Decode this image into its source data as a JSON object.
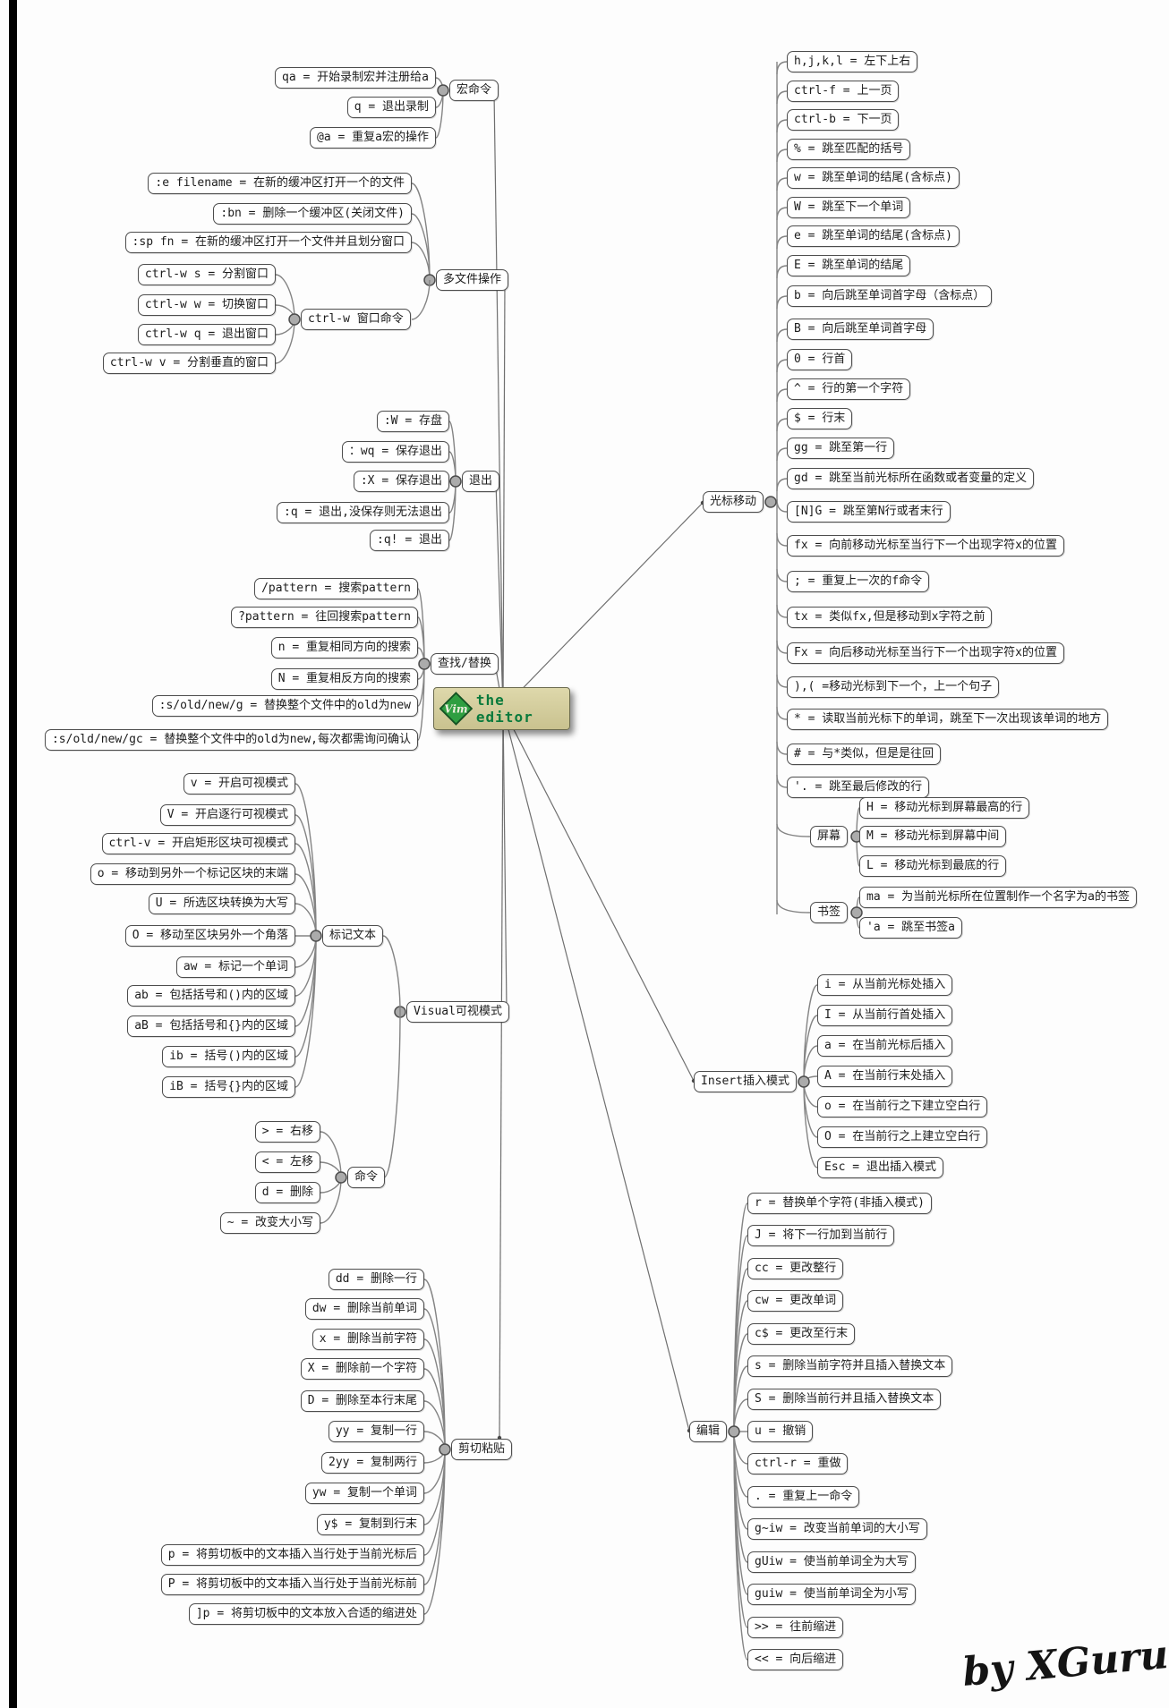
{
  "center": {
    "logo_text": "Vim",
    "title": "the editor"
  },
  "signature": "by XGuru",
  "colors": {
    "logo_green": "#2f9e41",
    "title_green": "#0a7a3c",
    "line_gray": "#848484",
    "node_border": "#4d4d4d",
    "hub_dot_fill": "#ababab"
  },
  "branches": {
    "macro": {
      "label": "宏命令",
      "items": [
        "qa = 开始录制宏并注册给a",
        "q = 退出录制",
        "@a = 重复a宏的操作"
      ]
    },
    "multifile": {
      "label": "多文件操作",
      "items": [
        ":e filename = 在新的缓冲区打开一个的文件",
        ":bn = 删除一个缓冲区(关闭文件)",
        ":sp fn = 在新的缓冲区打开一个文件并且划分窗口"
      ]
    },
    "ctrlw": {
      "label": "ctrl-w 窗口命令",
      "items": [
        "ctrl-w s = 分割窗口",
        "ctrl-w w = 切换窗口",
        "ctrl-w q = 退出窗口",
        "ctrl-w v = 分割垂直的窗口"
      ]
    },
    "exit": {
      "label": "退出",
      "items": [
        ":W = 存盘",
        "：wq = 保存退出",
        ":X = 保存退出",
        ":q = 退出,没保存则无法退出",
        ":q! = 退出"
      ]
    },
    "find": {
      "label": "查找/替换",
      "items": [
        "/pattern = 搜索pattern",
        "?pattern = 往回搜索pattern",
        "n = 重复相同方向的搜索",
        "N = 重复相反方向的搜索",
        ":s/old/new/g = 替换整个文件中的old为new",
        ":s/old/new/gc = 替换整个文件中的old为new,每次都需询问确认"
      ]
    },
    "visual": {
      "label": "Visual可视模式",
      "items": []
    },
    "marktext": {
      "label": "标记文本",
      "items": [
        "v = 开启可视模式",
        "V = 开启逐行可视模式",
        "ctrl-v = 开启矩形区块可视模式",
        "o = 移动到另外一个标记区块的末端",
        "U = 所选区块转换为大写",
        "O = 移动至区块另外一个角落",
        "aw = 标记一个单词",
        "ab = 包括括号和()内的区域",
        "aB = 包括括号和{}内的区域",
        "ib = 括号()内的区域",
        "iB = 括号{}内的区域"
      ]
    },
    "cmd": {
      "label": "命令",
      "items": [
        "> = 右移",
        "< = 左移",
        "d = 删除",
        "~ = 改变大小写"
      ]
    },
    "cutpaste": {
      "label": "剪切粘贴",
      "items": [
        "dd = 删除一行",
        "dw = 删除当前单词",
        "x = 删除当前字符",
        "X = 删除前一个字符",
        "D = 删除至本行末尾",
        "yy = 复制一行",
        "2yy = 复制两行",
        "yw = 复制一个单词",
        "y$ = 复制到行末",
        "p = 将剪切板中的文本插入当行处于当前光标后",
        "P = 将剪切板中的文本插入当行处于当前光标前",
        "]p = 将剪切板中的文本放入合适的缩进处"
      ]
    },
    "cursor": {
      "label": "光标移动",
      "items": [
        "h,j,k,l = 左下上右",
        "ctrl-f = 上一页",
        "ctrl-b = 下一页",
        "% = 跳至匹配的括号",
        "w = 跳至单词的结尾(含标点)",
        "W = 跳至下一个单词",
        "e = 跳至单词的结尾(含标点)",
        "E = 跳至单词的结尾",
        "b = 向后跳至单词首字母（含标点）",
        "B = 向后跳至单词首字母",
        "0 = 行首",
        "^ = 行的第一个字符",
        "$ = 行末",
        "gg = 跳至第一行",
        "gd = 跳至当前光标所在函数或者变量的定义",
        "[N]G = 跳至第N行或者末行",
        "fx = 向前移动光标至当行下一个出现字符x的位置",
        "; = 重复上一次的f命令",
        "tx = 类似fx,但是移动到x字符之前",
        "Fx = 向后移动光标至当行下一个出现字符x的位置",
        "),( =移动光标到下一个，上一个句子",
        "* = 读取当前光标下的单词，跳至下一次出现该单词的地方",
        "# = 与*类似，但是是往回",
        "'. = 跳至最后修改的行"
      ]
    },
    "screen": {
      "label": "屏幕",
      "items": [
        "H = 移动光标到屏幕最高的行",
        "M = 移动光标到屏幕中间",
        "L = 移动光标到最底的行"
      ]
    },
    "bookmark": {
      "label": "书签",
      "items": [
        "ma = 为当前光标所在位置制作一个名字为a的书签",
        "'a = 跳至书签a"
      ]
    },
    "insert": {
      "label": "Insert插入模式",
      "items": [
        "i = 从当前光标处插入",
        "I = 从当前行首处插入",
        "a = 在当前光标后插入",
        "A = 在当前行末处插入",
        "o = 在当前行之下建立空白行",
        "O = 在当前行之上建立空白行",
        "Esc = 退出插入模式"
      ]
    },
    "edit": {
      "label": "编辑",
      "items": [
        "r = 替换单个字符(非插入模式)",
        "J = 将下一行加到当前行",
        "cc = 更改整行",
        "cw = 更改单词",
        "c$ = 更改至行末",
        "s = 删除当前字符并且插入替换文本",
        "S = 删除当前行并且插入替换文本",
        "u = 撤销",
        "ctrl-r = 重做",
        ". = 重复上一命令",
        "g~iw = 改变当前单词的大小写",
        "gUiw = 使当前单词全为大写",
        "guiw = 使当前单词全为小写",
        ">> = 往前缩进",
        "<< = 向后缩进"
      ]
    }
  }
}
